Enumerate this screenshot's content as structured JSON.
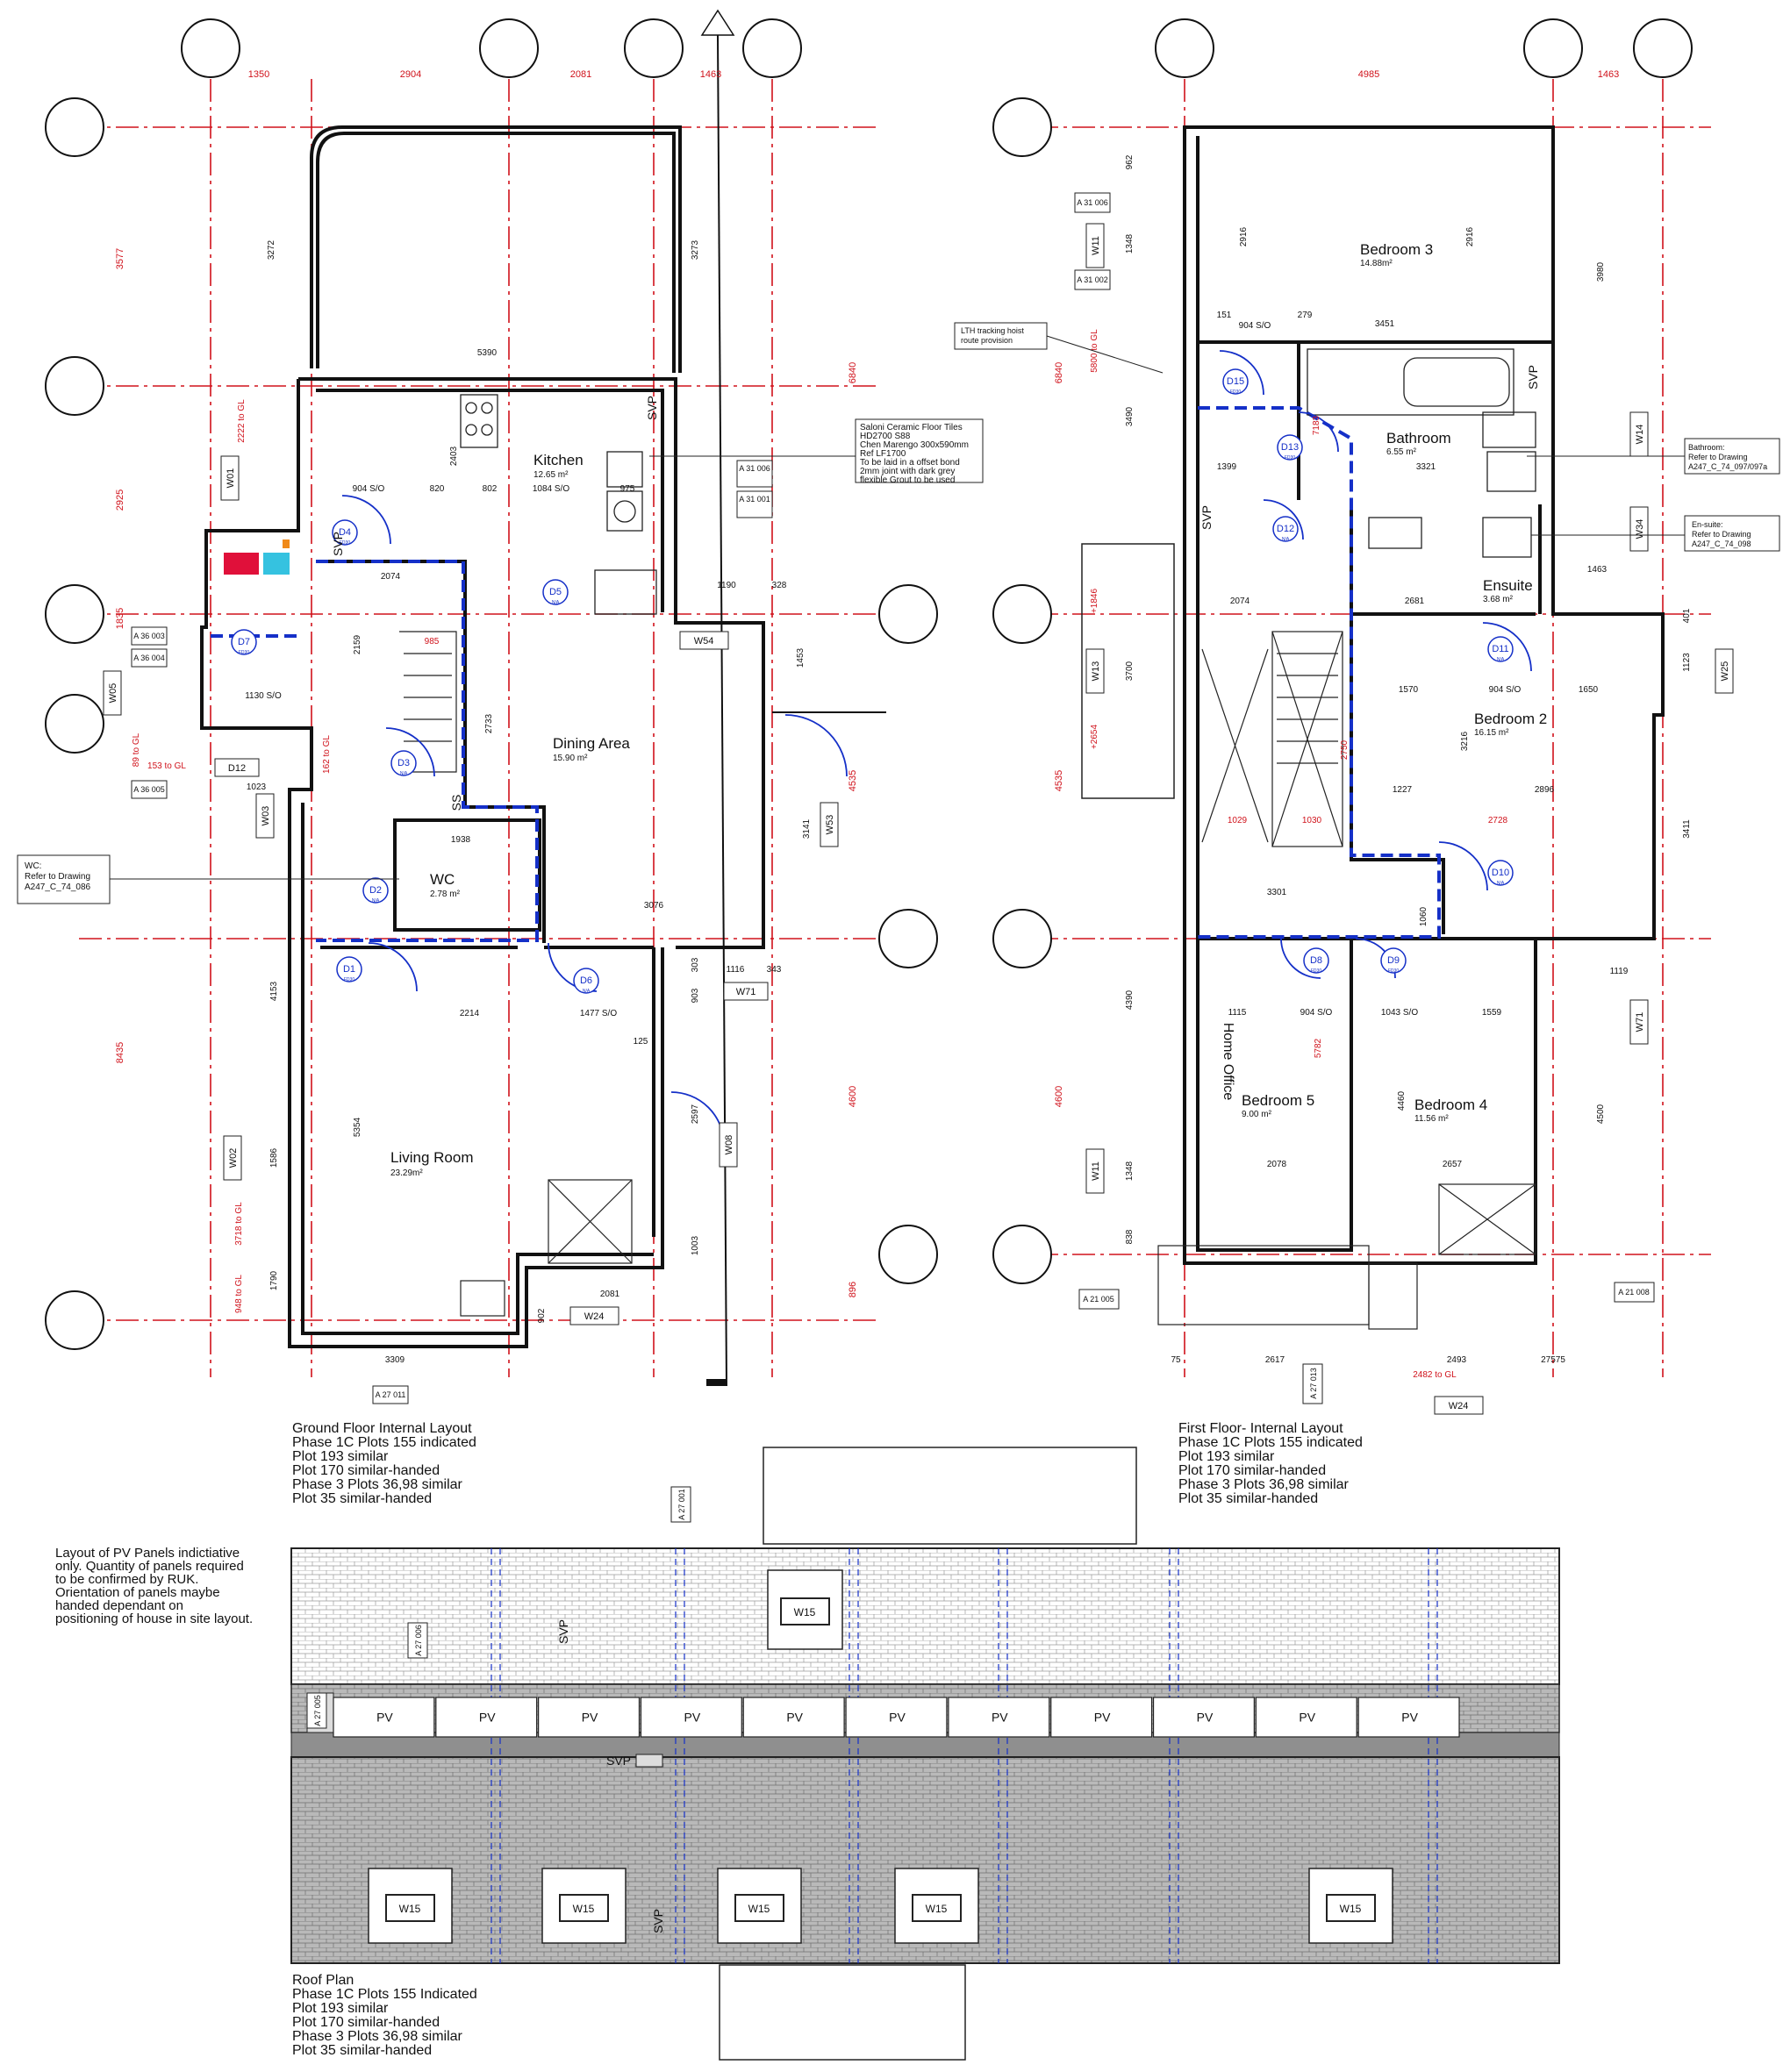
{
  "ground_floor": {
    "rooms": [
      {
        "name": "Kitchen",
        "area": "12.65 m²"
      },
      {
        "name": "Dining Area",
        "area": "15.90 m²"
      },
      {
        "name": "WC",
        "area": "2.78 m²"
      },
      {
        "name": "Living Room",
        "area": "23.29m²"
      }
    ],
    "top_dims": [
      "1350",
      "2904",
      "2081",
      "1463"
    ],
    "inner_dims": [
      "5390",
      "3272",
      "3273",
      "2403",
      "904 S/O",
      "820",
      "802",
      "1084 S/O",
      "975",
      "2074",
      "2159",
      "2733",
      "1130 S/O",
      "1023",
      "1938",
      "3076",
      "2214",
      "1477 S/O",
      "5354",
      "3309",
      "2081",
      "4153",
      "1586",
      "1790",
      "3141",
      "2597",
      "1003",
      "1453",
      "1190",
      "328",
      "1116",
      "343",
      "903",
      "303",
      "125",
      "902"
    ],
    "left_dims": [
      "3577",
      "2925",
      "1835",
      "8435"
    ],
    "right_dims": [
      "6840",
      "4535",
      "4600",
      "896"
    ],
    "red_notes": [
      "2222 to GL",
      "89 to GL",
      "153 to GL",
      "3718 to GL",
      "948 to GL",
      "162 to GL",
      "985"
    ],
    "doors": [
      {
        "id": "D4",
        "sub": "FD30"
      },
      {
        "id": "D5",
        "sub": "N/A"
      },
      {
        "id": "D7",
        "sub": "FD30"
      },
      {
        "id": "D3",
        "sub": "N/A"
      },
      {
        "id": "D2",
        "sub": "N/A"
      },
      {
        "id": "D1",
        "sub": "FD30"
      },
      {
        "id": "D6",
        "sub": "N/A"
      }
    ],
    "windows": [
      "W01",
      "W05",
      "W03",
      "W02",
      "W24",
      "W54",
      "W53",
      "W08",
      "W71",
      "D12",
      "SVP",
      "SVP",
      "SS"
    ],
    "refs": [
      "A 31 006",
      "A 31 001",
      "A 36 003",
      "A 36 004",
      "A 36 005",
      "A 27 011"
    ],
    "tile_note": [
      "Saloni Ceramic Floor Tiles",
      "HD2700 S88",
      "Chen Marengo 300x590mm",
      "Ref LF1700",
      "To be laid in a offset bond",
      "2mm joint with dark grey",
      "flexible Grout to be used"
    ],
    "wc_note": [
      "WC:",
      "Refer to Drawing",
      "A247_C_74_086"
    ],
    "caption": [
      "Ground Floor Internal Layout",
      "Phase 1C Plots 155 indicated",
      "Plot 193 similar",
      "Plot 170 similar-handed",
      "Phase 3 Plots 36,98 similar",
      "Plot 35 similar-handed"
    ]
  },
  "first_floor": {
    "rooms": [
      {
        "name": "Bedroom 3",
        "area": "14.88m²"
      },
      {
        "name": "Bathroom",
        "area": "6.55 m²"
      },
      {
        "name": "Ensuite",
        "area": "3.68 m²"
      },
      {
        "name": "Bedroom 2",
        "area": "16.15 m²"
      },
      {
        "name": "Home Office",
        "area": ""
      },
      {
        "name": "Bedroom 5",
        "area": "9.00 m²"
      },
      {
        "name": "Bedroom 4",
        "area": "11.56 m²"
      }
    ],
    "top_dims": [
      "4985",
      "1463"
    ],
    "left_dims": [
      "6840",
      "4535",
      "4600"
    ],
    "inner_dims": [
      "2916",
      "2916",
      "3451",
      "151",
      "904 S/O",
      "279",
      "3321",
      "1399",
      "2074",
      "2681",
      "1570",
      "904 S/O",
      "1650",
      "3216",
      "1227",
      "2896",
      "3301",
      "1060",
      "1115",
      "904 S/O",
      "1043 S/O",
      "1559",
      "2078",
      "2657",
      "4460",
      "2617",
      "2493",
      "27575",
      "75",
      "3700",
      "3490",
      "3980",
      "4390",
      "4500",
      "1348",
      "1348",
      "838",
      "962",
      "3411",
      "1123",
      "401",
      "1119",
      "1463"
    ],
    "red_notes": [
      "5800 to GL",
      "+2654",
      "+1846",
      "2750",
      "1029",
      "1030",
      "2728",
      "5782",
      "7183",
      "2482 to GL"
    ],
    "doors": [
      {
        "id": "D15",
        "sub": "FD30"
      },
      {
        "id": "D13",
        "sub": "FD30"
      },
      {
        "id": "D12",
        "sub": "N/A"
      },
      {
        "id": "D11",
        "sub": "N/A"
      },
      {
        "id": "D10",
        "sub": "N/A"
      },
      {
        "id": "D8",
        "sub": "FD30"
      },
      {
        "id": "D9",
        "sub": "FD30"
      }
    ],
    "windows": [
      "W11",
      "W13",
      "W11",
      "W14",
      "W34",
      "W25",
      "W71",
      "W24",
      "SVP",
      "SVP"
    ],
    "refs": [
      "A 31 006",
      "A 31 002",
      "A 21 005",
      "A 21 008",
      "A 27 013"
    ],
    "lth_note": [
      "LTH tracking hoist",
      "route provision"
    ],
    "bath_note": [
      "Bathroom:",
      "Refer to Drawing",
      "A247_C_74_097/097a"
    ],
    "ensuite_note": [
      "En-suite:",
      "Refer to Drawing",
      "A247_C_74_098"
    ],
    "caption": [
      "First Floor- Internal Layout",
      "Phase 1C Plots 155 indicated",
      "Plot 193 similar",
      "Plot 170 similar-handed",
      "Phase 3 Plots 36,98 similar",
      "Plot 35 similar-handed"
    ]
  },
  "roof": {
    "pv_note": [
      "Layout of PV Panels indictiative",
      "only. Quantity of panels required",
      "to be confirmed by RUK.",
      "Orientation of panels maybe",
      "handed dependant on",
      "positioning of house in site layout."
    ],
    "panels": [
      "PV",
      "PV",
      "PV",
      "PV",
      "PV",
      "PV",
      "PV",
      "PV",
      "PV",
      "PV",
      "PV"
    ],
    "windows": [
      "W15",
      "W15",
      "W15",
      "W15",
      "W15",
      "W15"
    ],
    "svp_labels": [
      "SVP",
      "SVP",
      "SVP"
    ],
    "refs": [
      "A 27 001",
      "A 27 006",
      "A 27 005"
    ],
    "caption": [
      "Roof Plan",
      "Phase 1C Plots 155 Indicated",
      "Plot 193 similar",
      "Plot 170 similar-handed",
      "Phase 3 Plots 36,98 similar",
      "Plot 35 similar-handed"
    ]
  }
}
